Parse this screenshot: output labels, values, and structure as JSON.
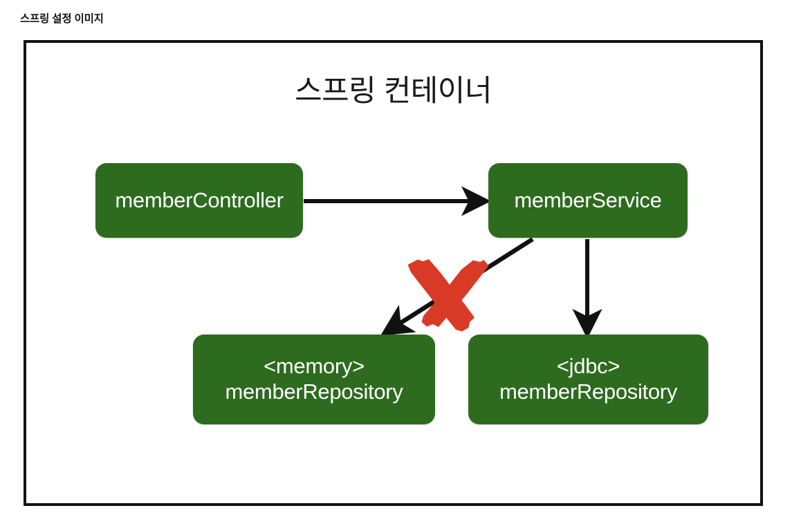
{
  "page": {
    "heading": "스프링 설정 이미지"
  },
  "diagram": {
    "title": "스프링 컨테이너",
    "frame_border_color": "#111111",
    "node_color": "#2d6b1f",
    "node_text_color": "#ffffff",
    "arrow_color": "#111111",
    "xmark_color": "#d93a26",
    "nodes": [
      {
        "id": "memberController",
        "label": "memberController",
        "line1": "memberController",
        "line2": ""
      },
      {
        "id": "memberService",
        "label": "memberService",
        "line1": "memberService",
        "line2": ""
      },
      {
        "id": "memoryMemberRepository",
        "label": "<memory> memberRepository",
        "line1": "<memory>",
        "line2": "memberRepository"
      },
      {
        "id": "jdbcMemberRepository",
        "label": "<jdbc> memberRepository",
        "line1": "<jdbc>",
        "line2": "memberRepository"
      }
    ],
    "edges": [
      {
        "id": "controller-to-service",
        "from": "memberController",
        "to": "memberService",
        "style": "solid-arrow",
        "crossed_out": false
      },
      {
        "id": "service-to-memory",
        "from": "memberService",
        "to": "memoryMemberRepository",
        "style": "solid-arrow",
        "crossed_out": true
      },
      {
        "id": "service-to-jdbc",
        "from": "memberService",
        "to": "jdbcMemberRepository",
        "style": "solid-arrow",
        "crossed_out": false
      }
    ],
    "annotations": [
      {
        "id": "red-x",
        "type": "cross-out-mark",
        "target_edge": "service-to-memory",
        "symbol": "X"
      }
    ]
  }
}
